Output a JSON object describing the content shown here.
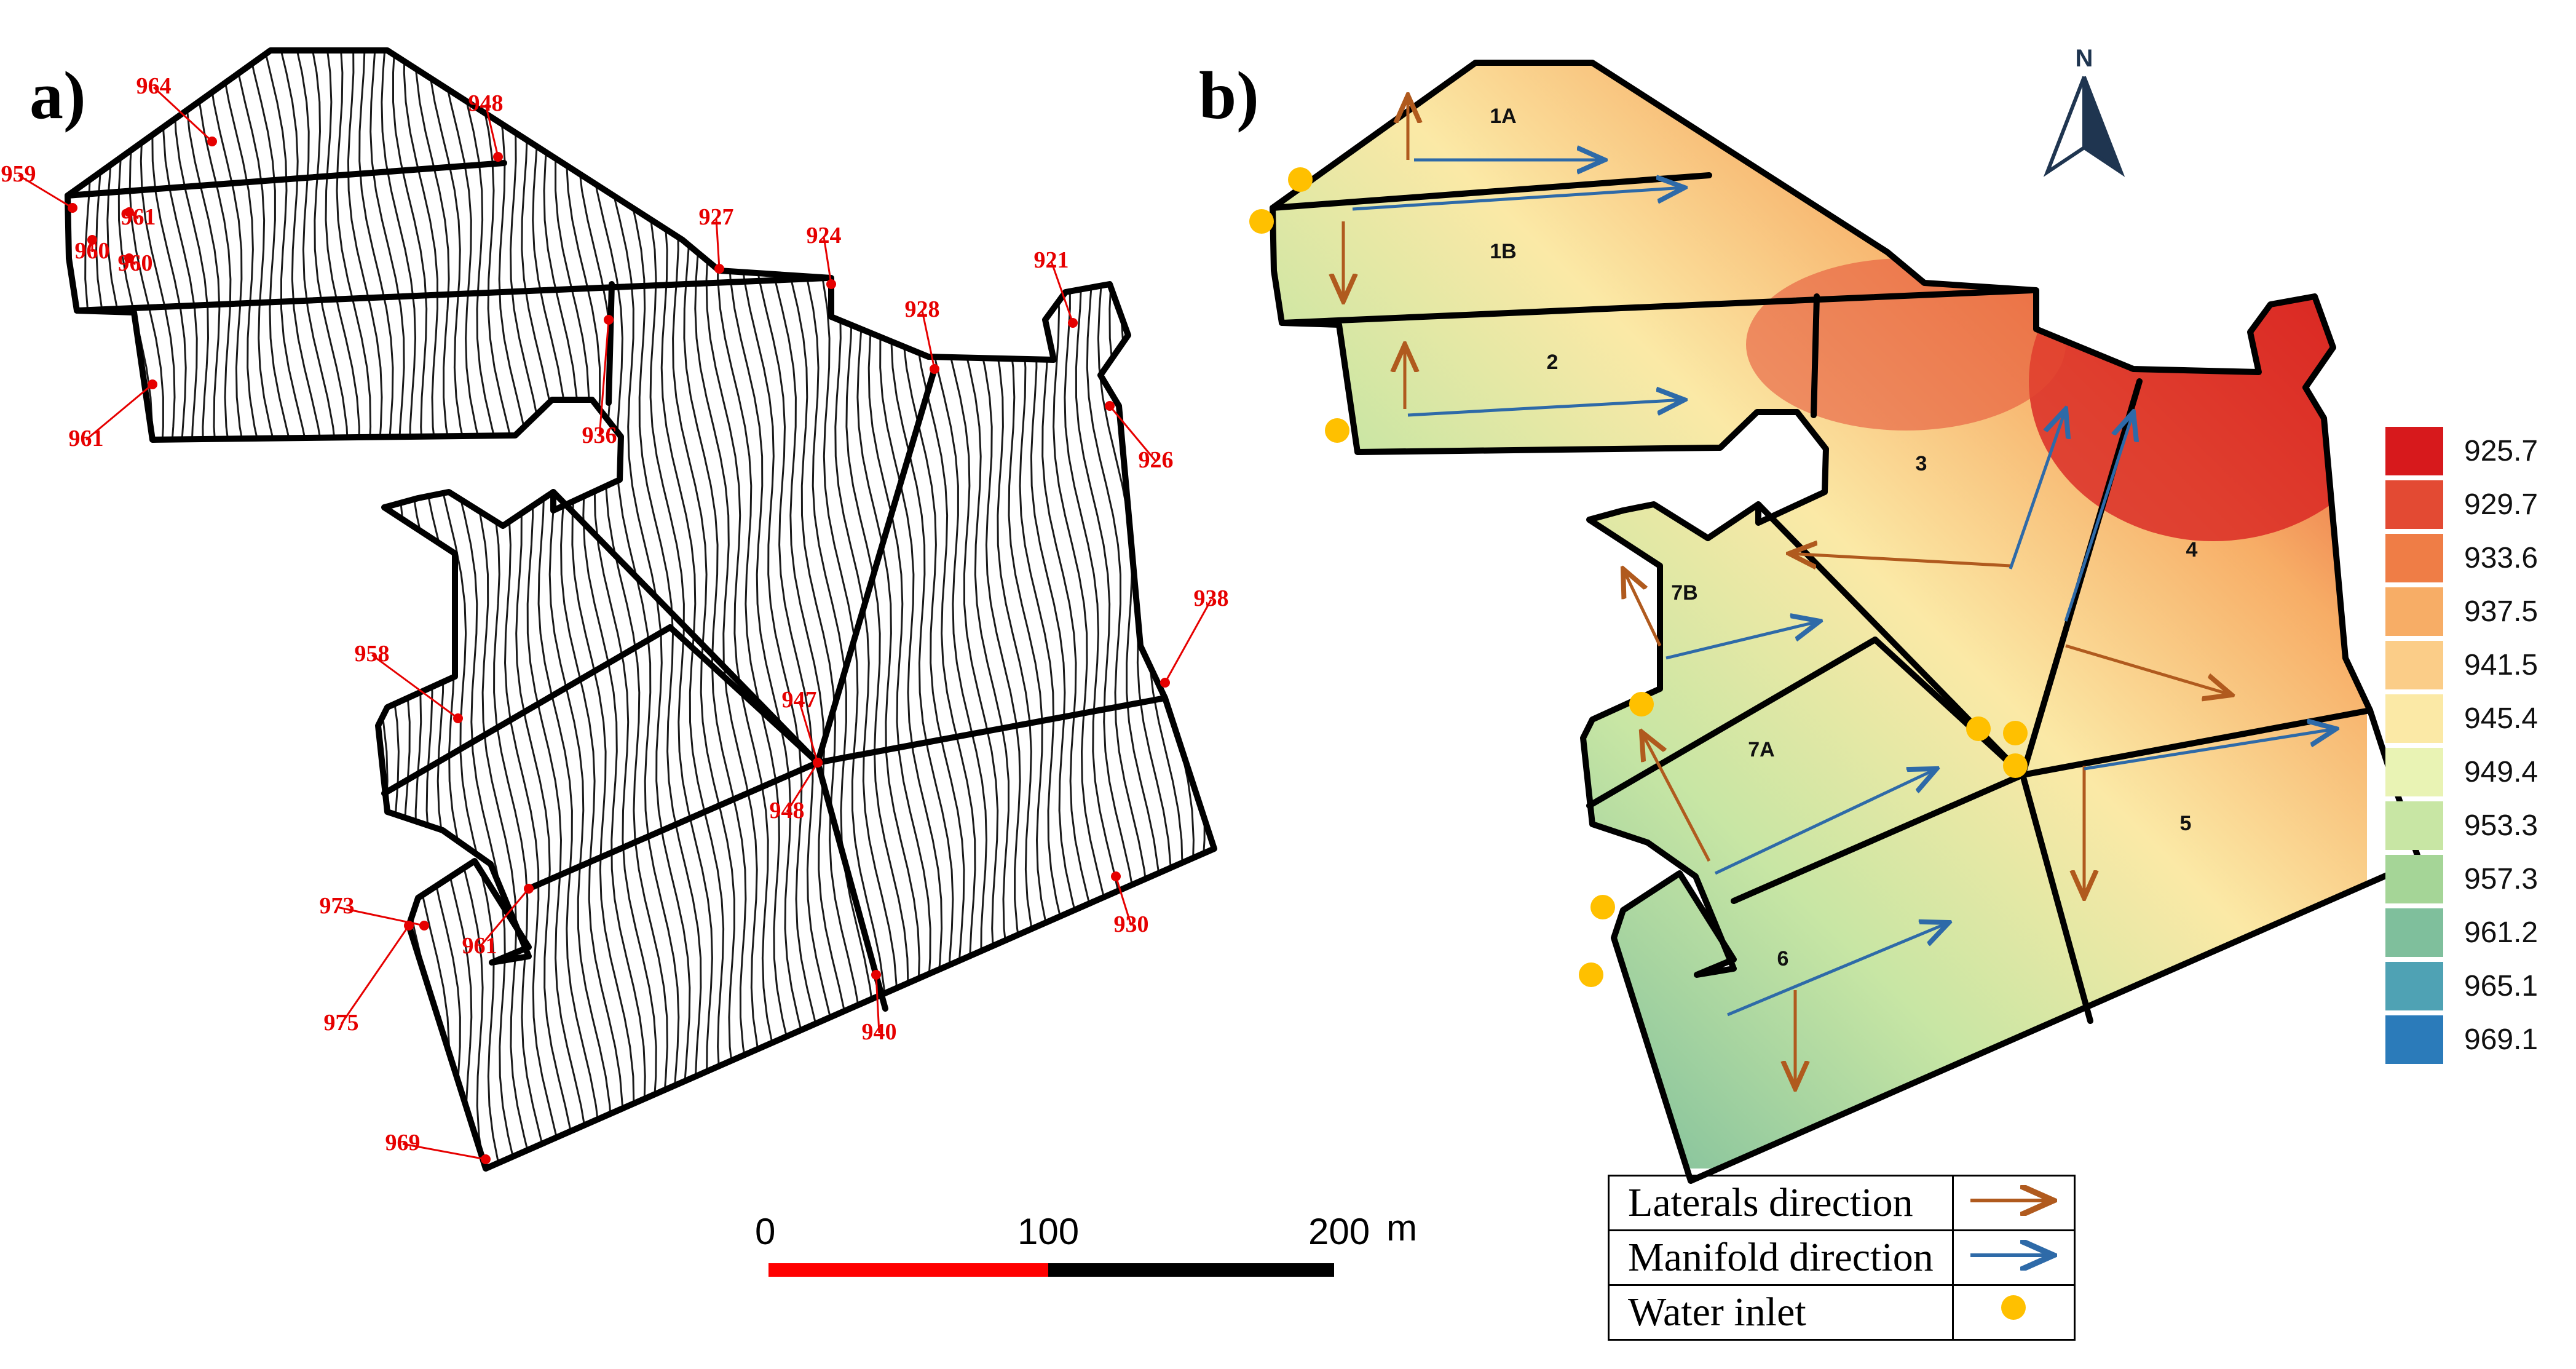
{
  "panels": {
    "a_label": "a)",
    "b_label": "b)"
  },
  "north": {
    "label": "N",
    "icon": "north-arrow-icon"
  },
  "elevation_points": [
    "964",
    "948",
    "959",
    "961",
    "960",
    "960",
    "927",
    "924",
    "921",
    "928",
    "936",
    "961",
    "926",
    "938",
    "958",
    "947",
    "948",
    "973",
    "961",
    "975",
    "940",
    "930",
    "969"
  ],
  "plots": [
    "1A",
    "1B",
    "2",
    "3",
    "4",
    "5",
    "6",
    "7A",
    "7B"
  ],
  "colorbar": {
    "values": [
      "925.7",
      "929.7",
      "933.6",
      "937.5",
      "941.5",
      "945.4",
      "949.4",
      "953.3",
      "957.3",
      "961.2",
      "965.1",
      "969.1"
    ],
    "colors": [
      "#d7191c",
      "#e34a33",
      "#ef7d46",
      "#f7ad66",
      "#fbcd88",
      "#fbe9a6",
      "#e9f3b4",
      "#c8e6a4",
      "#a5d597",
      "#7fbf9c",
      "#4fa2b4",
      "#2b7bba"
    ]
  },
  "scalebar": {
    "labels": [
      "0",
      "100",
      "200"
    ],
    "unit": "m",
    "colors": {
      "first": "#ff0000",
      "second": "#000000"
    }
  },
  "legend": [
    {
      "label": "Laterals direction",
      "symbol": "arrow",
      "color": "#b05a1e"
    },
    {
      "label": "Manifold direction",
      "symbol": "arrow",
      "color": "#2e6aa8"
    },
    {
      "label": "Water inlet",
      "symbol": "dot",
      "color": "#ffc000"
    }
  ]
}
